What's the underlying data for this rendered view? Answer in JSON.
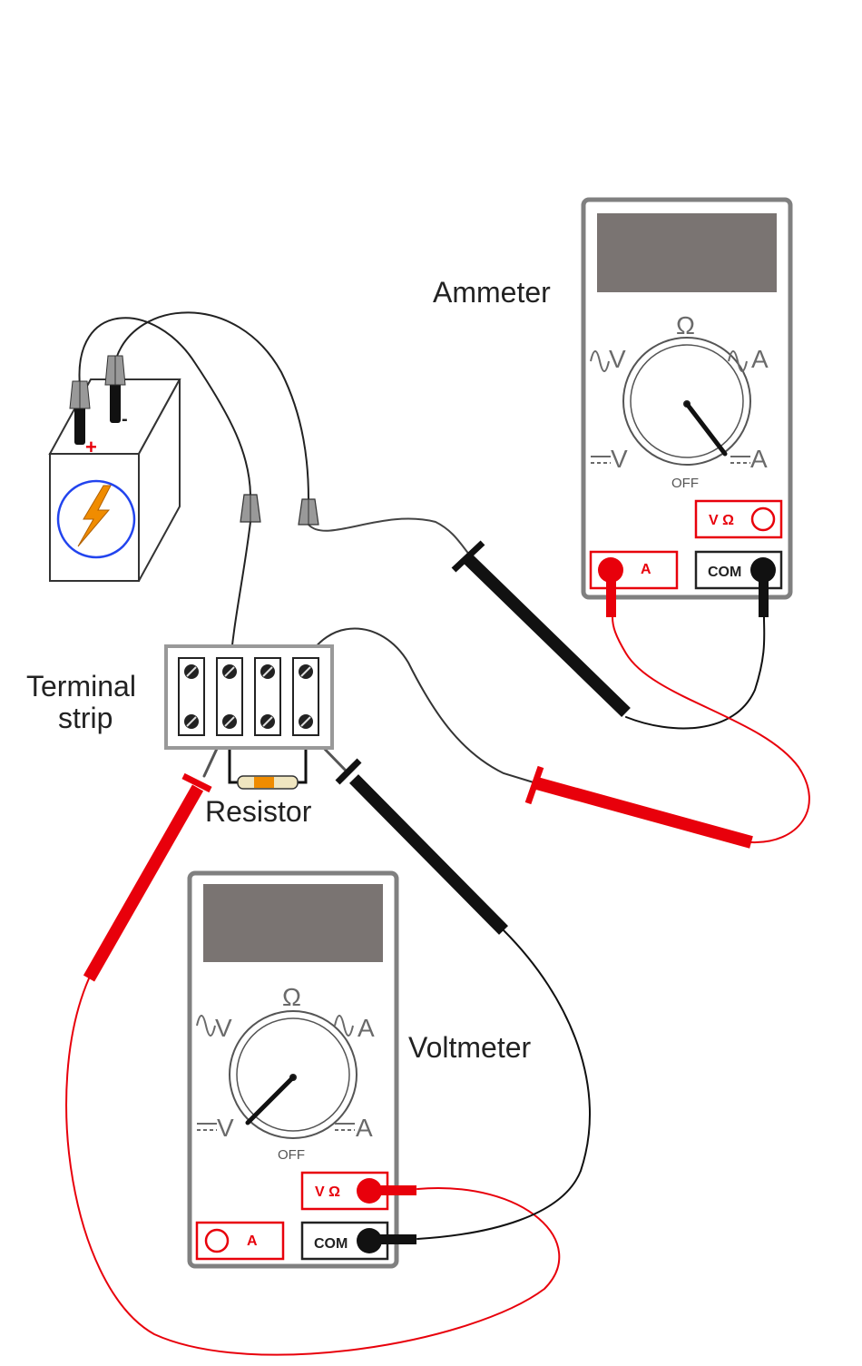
{
  "labels": {
    "ammeter": "Ammeter",
    "voltmeter": "Voltmeter",
    "terminal_strip_line1": "Terminal",
    "terminal_strip_line2": "strip",
    "resistor": "Resistor"
  },
  "battery": {
    "positive": "+",
    "negative": "-"
  },
  "meter": {
    "ohm": "Ω",
    "ac_volts": "V",
    "ac_amps": "A",
    "dc_volts": "V",
    "dc_amps": "A",
    "off": "OFF",
    "jack_v_ohm": "V Ω",
    "jack_a": "A",
    "jack_com": "COM"
  },
  "colors": {
    "red_lead": "#e8000b",
    "black_lead": "#111111",
    "meter_body": "#808080",
    "meter_display": "#7a7472",
    "battery_symbol": "#f08c00",
    "battery_circle": "#2244ee"
  }
}
